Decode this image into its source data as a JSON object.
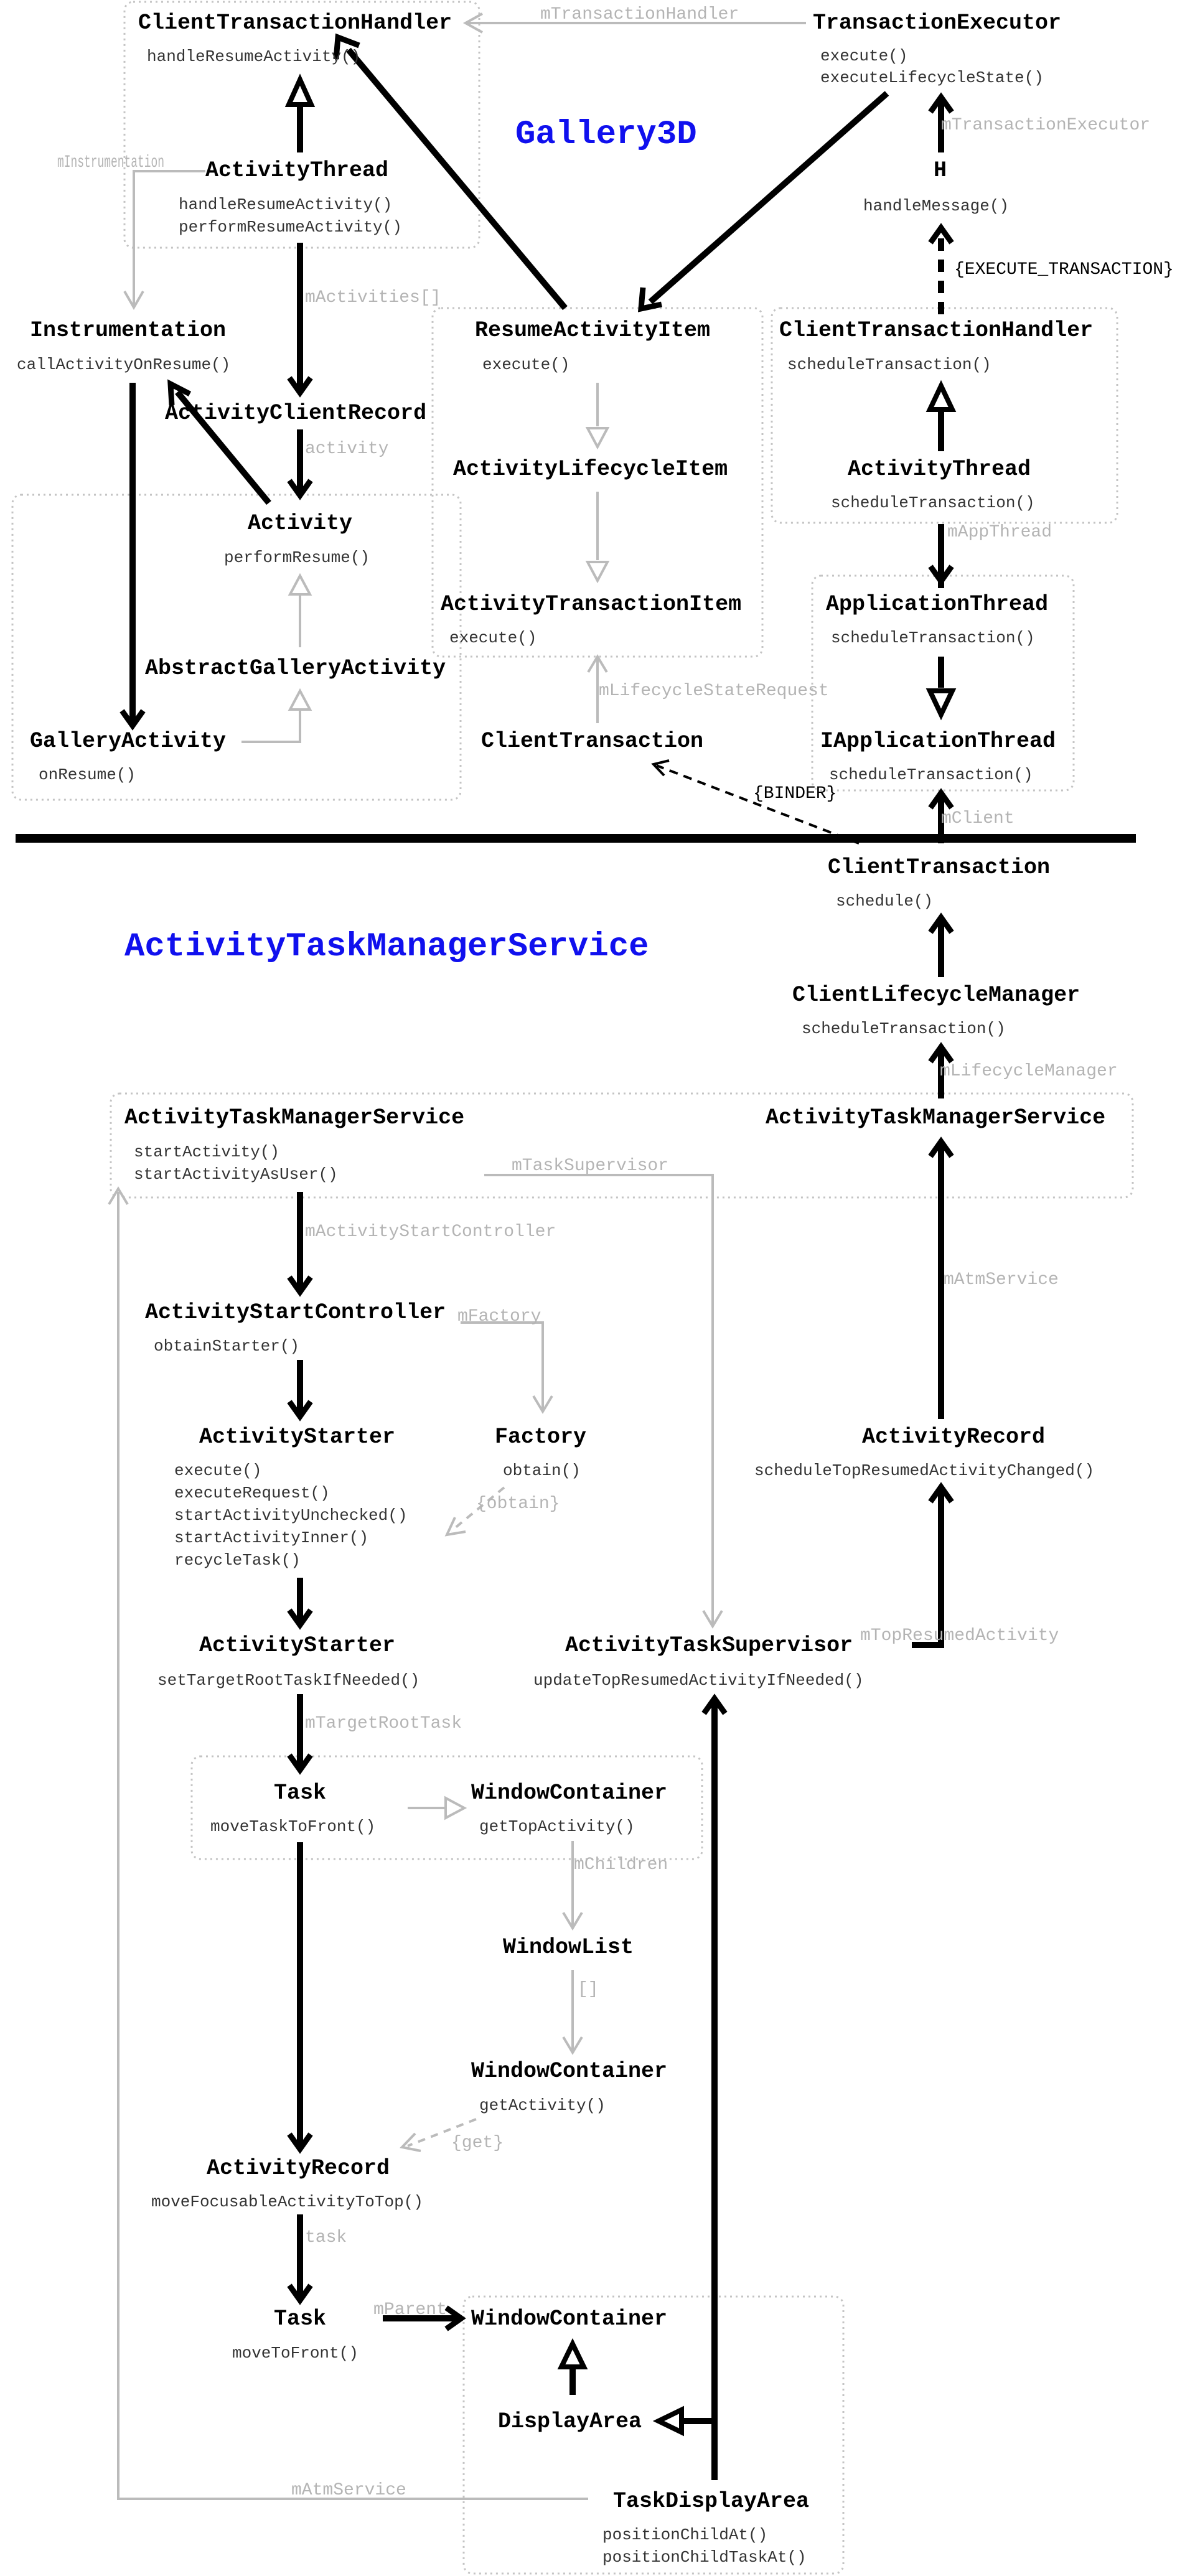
{
  "sections": {
    "top": "Gallery3D",
    "bottom": "ActivityTaskManagerService"
  },
  "nodes": {
    "cth1": {
      "name": "ClientTransactionHandler",
      "methods": [
        "handleResumeActivity()"
      ]
    },
    "te": {
      "name": "TransactionExecutor",
      "methods": [
        "execute()",
        "executeLifecycleState()"
      ]
    },
    "at1": {
      "name": "ActivityThread",
      "methods": [
        "handleResumeActivity()",
        "performResumeActivity()"
      ]
    },
    "h": {
      "name": "H",
      "methods": [
        "handleMessage()"
      ]
    },
    "instr": {
      "name": "Instrumentation",
      "methods": [
        "callActivityOnResume()"
      ]
    },
    "rai": {
      "name": "ResumeActivityItem",
      "methods": [
        "execute()"
      ]
    },
    "cth2": {
      "name": "ClientTransactionHandler",
      "methods": [
        "scheduleTransaction()"
      ]
    },
    "acr": {
      "name": "ActivityClientRecord",
      "methods": []
    },
    "ali": {
      "name": "ActivityLifecycleItem",
      "methods": []
    },
    "at2": {
      "name": "ActivityThread",
      "methods": [
        "scheduleTransaction()"
      ]
    },
    "activity": {
      "name": "Activity",
      "methods": [
        "performResume()"
      ]
    },
    "ati": {
      "name": "ActivityTransactionItem",
      "methods": [
        "execute()"
      ]
    },
    "appt": {
      "name": "ApplicationThread",
      "methods": [
        "scheduleTransaction()"
      ]
    },
    "aga": {
      "name": "AbstractGalleryActivity",
      "methods": []
    },
    "ga": {
      "name": "GalleryActivity",
      "methods": [
        "onResume()"
      ]
    },
    "ct1": {
      "name": "ClientTransaction",
      "methods": []
    },
    "iat": {
      "name": "IApplicationThread",
      "methods": [
        "scheduleTransaction()"
      ]
    },
    "ct2": {
      "name": "ClientTransaction",
      "methods": [
        "schedule()"
      ]
    },
    "clm": {
      "name": "ClientLifecycleManager",
      "methods": [
        "scheduleTransaction()"
      ]
    },
    "atms1": {
      "name": "ActivityTaskManagerService",
      "methods": [
        "startActivity()",
        "startActivityAsUser()"
      ]
    },
    "atms2": {
      "name": "ActivityTaskManagerService",
      "methods": []
    },
    "asc": {
      "name": "ActivityStartController",
      "methods": [
        "obtainStarter()"
      ]
    },
    "as1": {
      "name": "ActivityStarter",
      "methods": [
        "execute()",
        "executeRequest()",
        "startActivityUnchecked()",
        "startActivityInner()",
        "recycleTask()"
      ]
    },
    "factory": {
      "name": "Factory",
      "methods": [
        "obtain()"
      ]
    },
    "ar1": {
      "name": "ActivityRecord",
      "methods": [
        "scheduleTopResumedActivityChanged()"
      ]
    },
    "as2": {
      "name": "ActivityStarter",
      "methods": [
        "setTargetRootTaskIfNeeded()"
      ]
    },
    "ats": {
      "name": "ActivityTaskSupervisor",
      "methods": [
        "updateTopResumedActivityIfNeeded()"
      ]
    },
    "task1": {
      "name": "Task",
      "methods": [
        "moveTaskToFront()"
      ]
    },
    "wc1": {
      "name": "WindowContainer",
      "methods": [
        "getTopActivity()"
      ]
    },
    "wl": {
      "name": "WindowList",
      "methods": []
    },
    "wc2": {
      "name": "WindowContainer",
      "methods": [
        "getActivity()"
      ]
    },
    "ar2": {
      "name": "ActivityRecord",
      "methods": [
        "moveFocusableActivityToTop()"
      ]
    },
    "task2": {
      "name": "Task",
      "methods": [
        "moveToFront()"
      ]
    },
    "wc3": {
      "name": "WindowContainer",
      "methods": []
    },
    "da": {
      "name": "DisplayArea",
      "methods": []
    },
    "tda": {
      "name": "TaskDisplayArea",
      "methods": [
        "positionChildAt()",
        "positionChildTaskAt()"
      ]
    }
  },
  "edge_labels": {
    "mTransactionHandler": "mTransactionHandler",
    "mInstrumentation": "mInstrumentation",
    "mTransactionExecutor": "mTransactionExecutor",
    "EXECUTE_TRANSACTION": "{EXECUTE_TRANSACTION}",
    "mActivities": "mActivities[]",
    "activity": "activity",
    "mAppThread": "mAppThread",
    "mLifecycleStateRequest": "mLifecycleStateRequest",
    "BINDER": "{BINDER}",
    "mClient": "mClient",
    "mLifecycleManager": "mLifecycleManager",
    "mTaskSupervisor": "mTaskSupervisor",
    "mActivityStartController": "mActivityStartController",
    "mFactory": "mFactory",
    "mAtmService1": "mAtmService",
    "obtain": "{obtain}",
    "mTopResumedActivity": "mTopResumedActivity",
    "mTargetRootTask": "mTargetRootTask",
    "mChildren": "mChildren",
    "array": "[]",
    "get": "{get}",
    "task": "task",
    "mParent": "mParent",
    "mAtmService2": "mAtmService"
  }
}
